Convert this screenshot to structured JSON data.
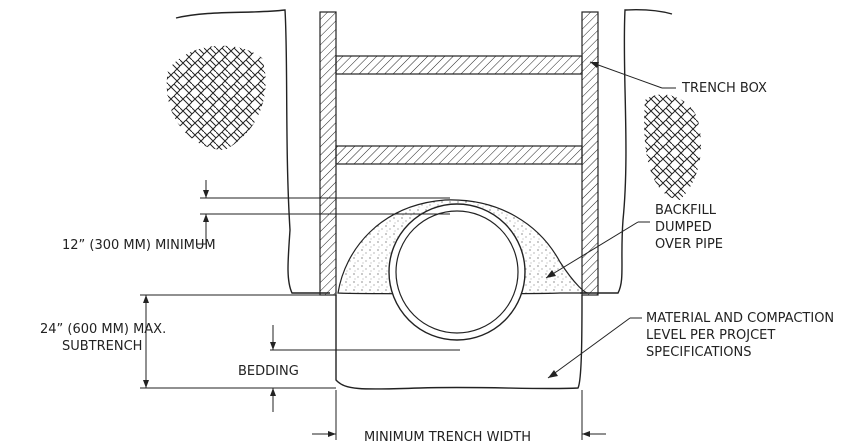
{
  "labels": {
    "trench_box": "TRENCH BOX",
    "backfill_line1": "BACKFILL",
    "backfill_line2": "DUMPED",
    "backfill_line3": "OVER PIPE",
    "min_cover": "12” (300 MM) MINIMUM",
    "subtrench_line1": "24” (600 MM) MAX.",
    "subtrench_line2": "SUBTRENCH",
    "bedding": "BEDDING",
    "material_line1": "MATERIAL AND COMPACTION",
    "material_line2": "LEVEL PER PROJCET",
    "material_line3": "SPECIFICATIONS",
    "min_width": "MINIMUM TRENCH WIDTH"
  },
  "colors": {
    "line": "#222222",
    "background": "#ffffff"
  }
}
